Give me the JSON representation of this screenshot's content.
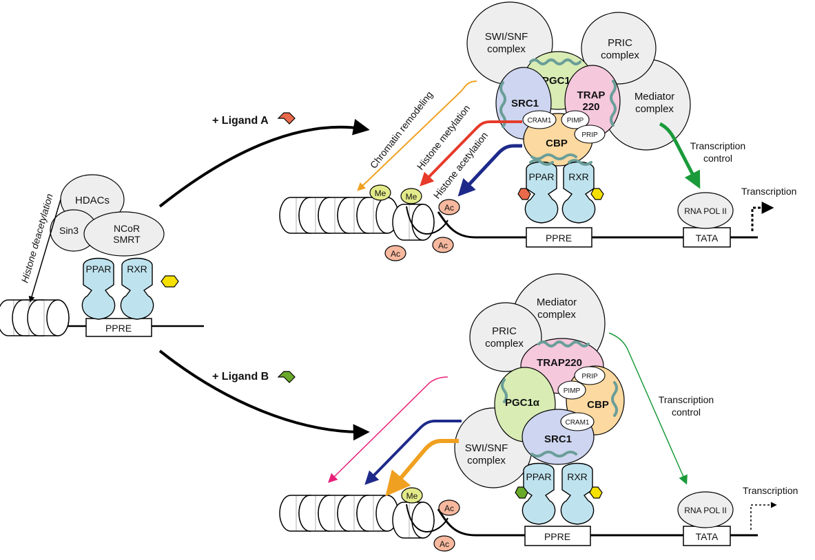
{
  "left": {
    "arrow_label": "Histone deacetylation",
    "hdacs": "HDACs",
    "sin3": "Sin3",
    "ncor": "NCoR",
    "smrt": "SMRT",
    "ppar": "PPAR",
    "rxr": "RXR",
    "ppre": "PPRE"
  },
  "top": {
    "ligand_label": "+ Ligand A",
    "swisnf": [
      "SWI/SNF",
      "complex"
    ],
    "pric": [
      "PRIC",
      "complex"
    ],
    "mediator": [
      "Mediator",
      "complex"
    ],
    "pgc1a": "PGC1α",
    "src1": "SRC1",
    "trap220": [
      "TRAP",
      "220"
    ],
    "cram1": "CRAM1",
    "pimp": "PIMP",
    "prip": "PRIP",
    "cbp": "CBP",
    "ppar": "PPAR",
    "rxr": "RXR",
    "ppre": "PPRE",
    "tata": "TATA",
    "rnapol": "RNA POL II",
    "transcription": "Transcription",
    "transcription_control": [
      "Transcription",
      "control"
    ],
    "chromatin_remodeling": "Chromatin remodeling",
    "histone_methylation": "Histone metylation",
    "histone_acetylation": "Histone acetylation",
    "me": "Me",
    "ac": "Ac"
  },
  "bottom": {
    "ligand_label": "+ Ligand B",
    "swisnf": [
      "SWI/SNF",
      "complex"
    ],
    "pric": [
      "PRIC",
      "complex"
    ],
    "mediator": [
      "Mediator",
      "complex"
    ],
    "pgc1a": "PGC1α",
    "src1": "SRC1",
    "trap220": "TRAP220",
    "cram1": "CRAM1",
    "pimp": "PIMP",
    "prip": "PRIP",
    "cbp": "CBP",
    "ppar": "PPAR",
    "rxr": "RXR",
    "ppre": "PPRE",
    "tata": "TATA",
    "rnapol": "RNA POL II",
    "transcription": "Transcription",
    "transcription_control": [
      "Transcription",
      "control"
    ],
    "me": "Me",
    "ac": "Ac"
  },
  "colors": {
    "receptor": "#bfe3ee",
    "pgc1a": "#d8ecb4",
    "src1": "#cdd5f0",
    "trap220": "#f5c8dc",
    "cbp": "#fcd9a0",
    "grey_complex": "#eeeeee",
    "ligand_a": "#e86a4a",
    "ligand_b": "#6aaa2a",
    "ligand_retinoid": "#f5e000",
    "me_badge": "#e3ea8a",
    "ac_badge": "#f6b89e",
    "arrow_orange": "#f0a020",
    "arrow_red": "#e63a2a",
    "arrow_navy": "#1e2a8a",
    "arrow_green": "#1a9a3a",
    "arrow_magenta": "#e8207a",
    "wavy": "#6a9e98"
  }
}
